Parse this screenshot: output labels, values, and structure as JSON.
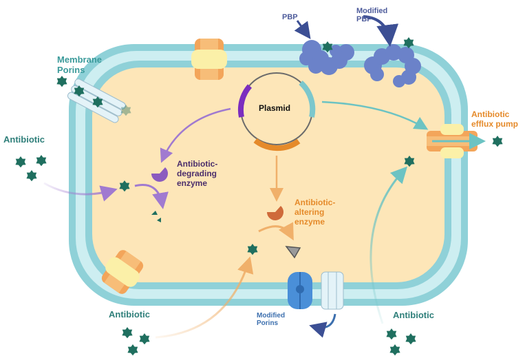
{
  "labels": {
    "pbp": "PBP",
    "modified_pbp": [
      "Modified",
      "PBP"
    ],
    "membrane_porins": [
      "Membrane",
      "Porins"
    ],
    "plasmid": "Plasmid",
    "efflux_pump": [
      "Antibiotic",
      "efflux pump"
    ],
    "antibiotic_left": "Antibiotic",
    "antibiotic_bottom_left": "Antibiotic",
    "antibiotic_bottom_right": "Antibiotic",
    "degrading_enzyme": [
      "Antibiotic-",
      "degrading",
      "enzyme"
    ],
    "altering_enzyme": [
      "Antibiotic-",
      "altering",
      "enzyme"
    ],
    "modified_porins": [
      "Modified",
      "Porins"
    ]
  },
  "colors": {
    "membrane_outer": "#8fd1d8",
    "membrane_inner": "#cdeef1",
    "cytoplasm": "#fde6b8",
    "antibiotic": "#1f6f5f",
    "plasmid_purple": "#7b2dbf",
    "plasmid_orange": "#e58a2a",
    "plasmid_teal": "#7cc7cc",
    "pbp": "#6b82c9",
    "enzyme_purple": "#8b5bbf",
    "enzyme_orange": "#cf6a3a",
    "arrow_teal": "#6cc3c3",
    "arrow_purple": "#a07ad0",
    "arrow_orange": "#f0b06a",
    "arrow_navy": "#3c4f94",
    "porin_blue": "#4a8fd8"
  },
  "icons": [
    "antibiotic-star-icon",
    "plasmid-ring-icon",
    "enzyme-pacman-icon",
    "porin-channel-icon",
    "efflux-pump-icon",
    "pbp-protein-icon"
  ]
}
